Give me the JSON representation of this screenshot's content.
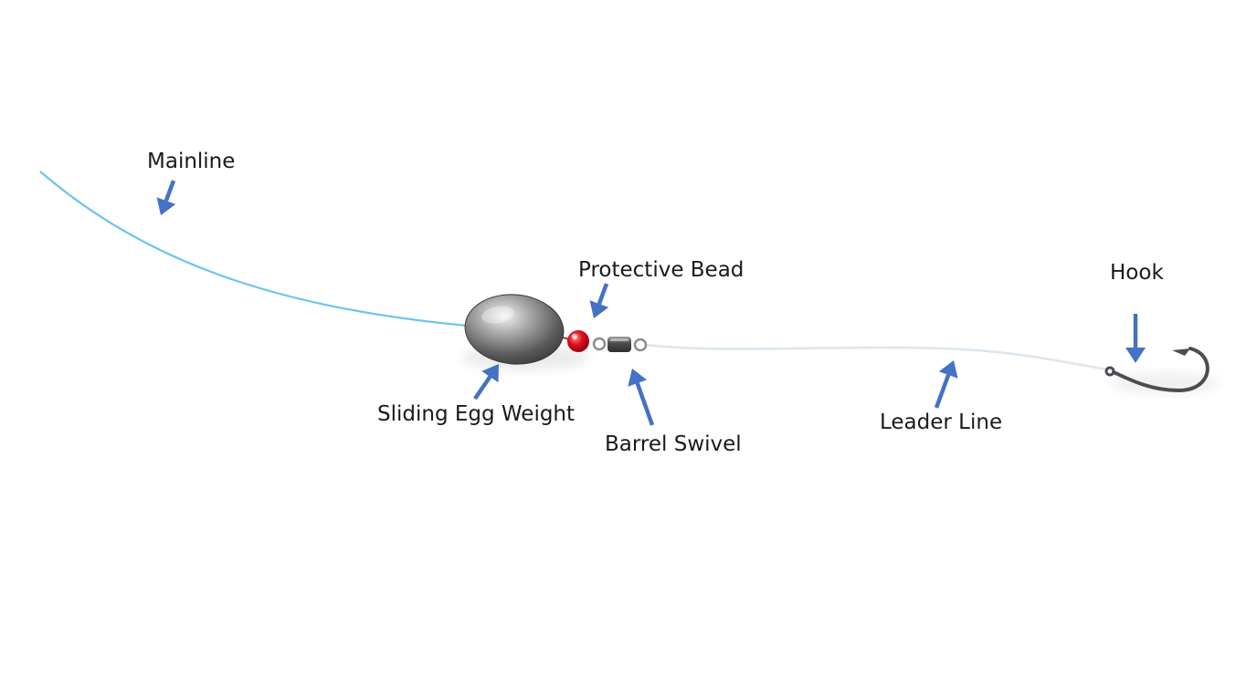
{
  "labels": {
    "mainline": "Mainline",
    "protective_bead": "Protective Bead",
    "hook": "Hook",
    "sliding_egg_weight": "Sliding Egg Weight",
    "barrel_swivel": "Barrel Swivel",
    "leader_line": "Leader Line"
  },
  "colors": {
    "arrow": "#4472c4",
    "mainline": "#6cc4ee",
    "leader": "#e4ecf2",
    "bead": "#d8001a",
    "metal": "#6e6e6e",
    "hook": "#4a4d52"
  }
}
